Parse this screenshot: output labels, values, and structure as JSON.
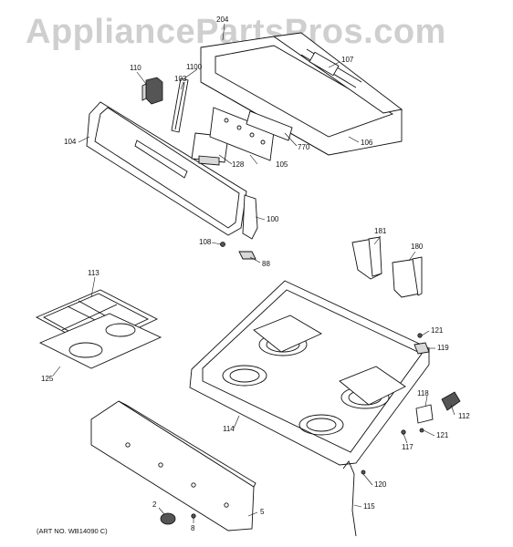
{
  "watermark": "AppliancePartsPros.com",
  "art_number": "(ART NO. WB14090 C)",
  "callouts": {
    "c204": "204",
    "c107": "107",
    "c110": "110",
    "c1100": "1100",
    "c103": "103",
    "c104": "104",
    "c128": "128",
    "c105": "105",
    "c770": "770",
    "c106": "106",
    "c100": "100",
    "c108": "108",
    "c88": "88",
    "c181": "181",
    "c180": "180",
    "c113": "113",
    "c125": "125",
    "c121a": "121",
    "c119": "119",
    "c114": "114",
    "c118": "118",
    "c112": "112",
    "c117": "117",
    "c121b": "121",
    "c120": "120",
    "c115": "115",
    "c2": "2",
    "c5": "5",
    "c8": "8"
  }
}
